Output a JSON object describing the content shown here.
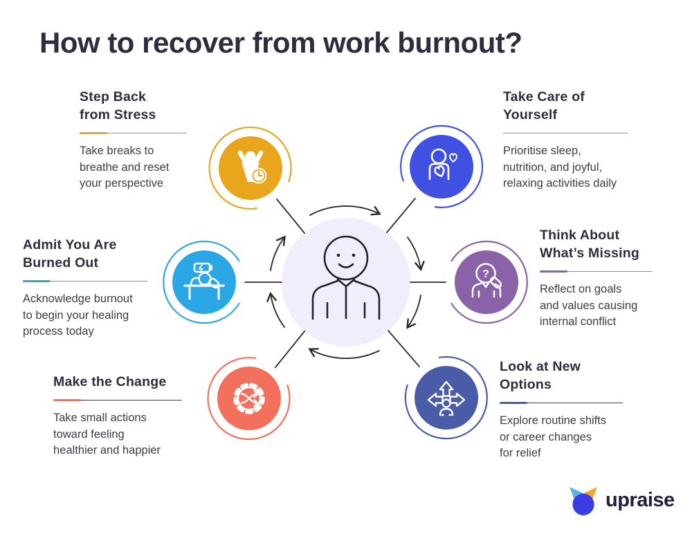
{
  "title": "How to recover from work burnout?",
  "center": {
    "figure": "smiling-person-illustration"
  },
  "nodes": [
    {
      "id": "step-back-from-stress",
      "heading": "Step Back\nfrom Stress",
      "body": "Take breaks to\nbreathe and reset\nyour perspective",
      "color": "#E9A51C",
      "icon": "person-stretching-with-clock-icon"
    },
    {
      "id": "take-care-of-yourself",
      "heading": "Take Care of\nYourself",
      "body": "Prioritise sleep,\nnutrition, and joyful,\nrelaxing activities daily",
      "color": "#4050E0",
      "icon": "person-holding-heart-icon"
    },
    {
      "id": "admit-you-are-burned-out",
      "heading": "Admit You Are\nBurned Out",
      "body": "Acknowledge burnout\nto begin your healing\nprocess today",
      "color": "#2AA7E4",
      "icon": "exhausted-person-at-desk-icon"
    },
    {
      "id": "think-about-whats-missing",
      "heading": "Think About\nWhat’s Missing",
      "body": "Reflect on goals\nand values causing\ninternal conflict",
      "color": "#8A62A8",
      "icon": "person-question-magnifier-icon"
    },
    {
      "id": "make-the-change",
      "heading": "Make the Change",
      "body": "Take small actions\ntoward feeling\nhealthier and happier",
      "color": "#F3705C",
      "icon": "gear-shuffle-arrows-icon"
    },
    {
      "id": "look-at-new-options",
      "heading": "Look at New\nOptions",
      "body": "Explore routine shifts\nor career changes\nfor relief",
      "color": "#4A5CA7",
      "icon": "person-direction-arrows-icon"
    }
  ],
  "logo": {
    "text": "upraise",
    "mark": {
      "body": "#3A3EE2",
      "left_ear": "#57B0EA",
      "right_ear": "#F5A623"
    }
  }
}
